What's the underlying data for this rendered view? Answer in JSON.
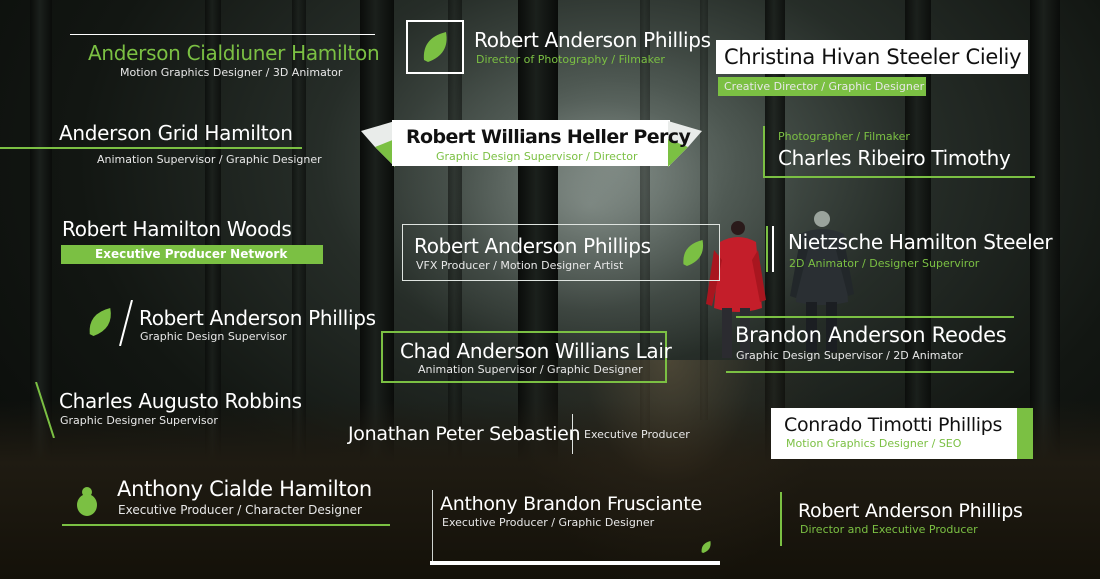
{
  "colors": {
    "accent": "#7bc043",
    "text": "#ffffff",
    "dark": "#111111"
  },
  "titles": [
    {
      "name": "Anderson Cialdiuner Hamilton",
      "role": "Motion Graphics Designer / 3D Animator"
    },
    {
      "name": "Robert Anderson Phillips",
      "role": "Director of Photography / Filmaker",
      "icon": "leaf-icon"
    },
    {
      "name": "Christina Hivan Steeler Cieliy",
      "role": "Creative Director / Graphic Designer"
    },
    {
      "name": "Anderson Grid Hamilton",
      "role": "Animation Supervisor / Graphic Designer"
    },
    {
      "name": "Robert Willians Heller Percy",
      "role": "Graphic Design Supervisor / Director"
    },
    {
      "name": "Charles Ribeiro Timothy",
      "role": "Photographer / Filmaker"
    },
    {
      "name": "Robert Hamilton Woods",
      "role": "Executive Producer Network"
    },
    {
      "name": "Robert Anderson Phillips",
      "role": "VFX Producer / Motion Designer Artist",
      "icon": "leaf-icon"
    },
    {
      "name": "Nietzsche Hamilton Steeler",
      "role": "2D Animator / Designer Superviror"
    },
    {
      "name": "Robert Anderson Phillips",
      "role": "Graphic Design Supervisor",
      "icon": "leaf-icon"
    },
    {
      "name": "Chad Anderson Willians Lair",
      "role": "Animation Supervisor / Graphic Designer"
    },
    {
      "name": "Brandon Anderson Reodes",
      "role": "Graphic Design Supervisor / 2D Animator"
    },
    {
      "name": "Charles Augusto Robbins",
      "role": "Graphic Designer Supervisor"
    },
    {
      "name": "Jonathan Peter Sebastien",
      "role": "Executive Producer"
    },
    {
      "name": "Conrado Timotti Phillips",
      "role": "Motion Graphics Designer / SEO"
    },
    {
      "name": "Anthony Cialde Hamilton",
      "role": "Executive Producer / Character Designer",
      "icon": "pear-icon"
    },
    {
      "name": "Anthony Brandon Frusciante",
      "role": "Executive Producer / Graphic Designer",
      "icon": "leaf-icon"
    },
    {
      "name": "Robert Anderson Phillips",
      "role": "Director and Executive Producer"
    }
  ]
}
